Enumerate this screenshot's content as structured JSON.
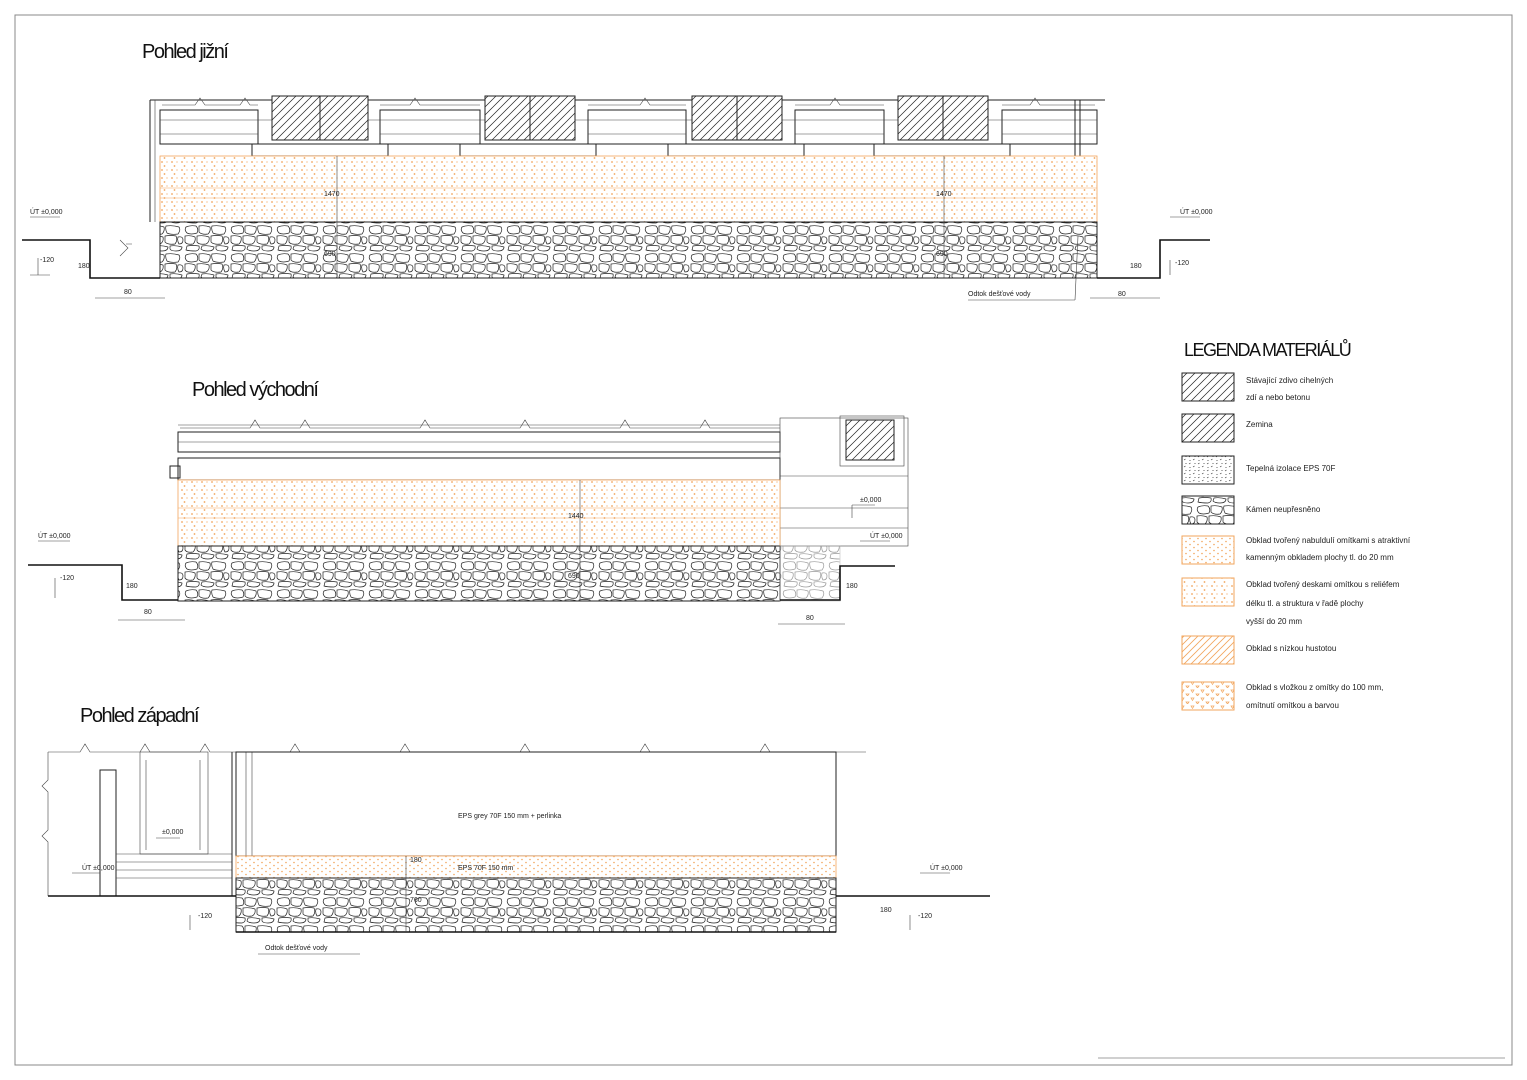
{
  "views": {
    "south": {
      "title": "Pohled jižní"
    },
    "east": {
      "title": "Pohled východní"
    },
    "west": {
      "title": "Pohled západní"
    }
  },
  "levels": {
    "ut_000": "ÚT ±0,000",
    "minus_120": "-120",
    "pm_000": "±0,000"
  },
  "dims": {
    "d80": "80",
    "d1440": "1440",
    "d1470": "1470",
    "d180": "180",
    "d690": "690",
    "d760": "760"
  },
  "notes": {
    "drain_pipe": "Odtok dešťové vody",
    "eps_top": "EPS grey 70F 150 mm + perlinka",
    "eps_base": "EPS 70F 150 mm"
  },
  "legend": {
    "title": "LEGENDA MATERIÁLŮ",
    "items": [
      {
        "pattern": "hatch",
        "text": [
          "Stávající zdivo cihelných",
          "zdí a nebo betonu"
        ]
      },
      {
        "pattern": "hatch",
        "text": [
          "Zemina"
        ]
      },
      {
        "pattern": "eps-dots",
        "text": [
          "Tepelná izolace EPS 70F"
        ]
      },
      {
        "pattern": "stone",
        "text": [
          "Kámen neupřesněno"
        ]
      },
      {
        "pattern": "orange-dots",
        "text": [
          "Obklad tvořený nabuldulí omítkami s atraktivní",
          "kamenným obkladem plochy tl. do 20 mm"
        ]
      },
      {
        "pattern": "orange-dots2",
        "text": [
          "Obklad tvořený deskami omítkou s reliéfem",
          "délku tl. a struktura v řadě plochy",
          "vyšší do 20 mm"
        ]
      },
      {
        "pattern": "orange-hatch",
        "text": [
          "Obklad s nízkou hustotou"
        ]
      },
      {
        "pattern": "orange-tri",
        "text": [
          "Obklad s vložkou z omítky do 100 mm,",
          "omítnutí omítkou a barvou"
        ]
      }
    ]
  },
  "colors": {
    "orange": "#f2a55c",
    "line": "#222222",
    "frame": "#888888"
  }
}
